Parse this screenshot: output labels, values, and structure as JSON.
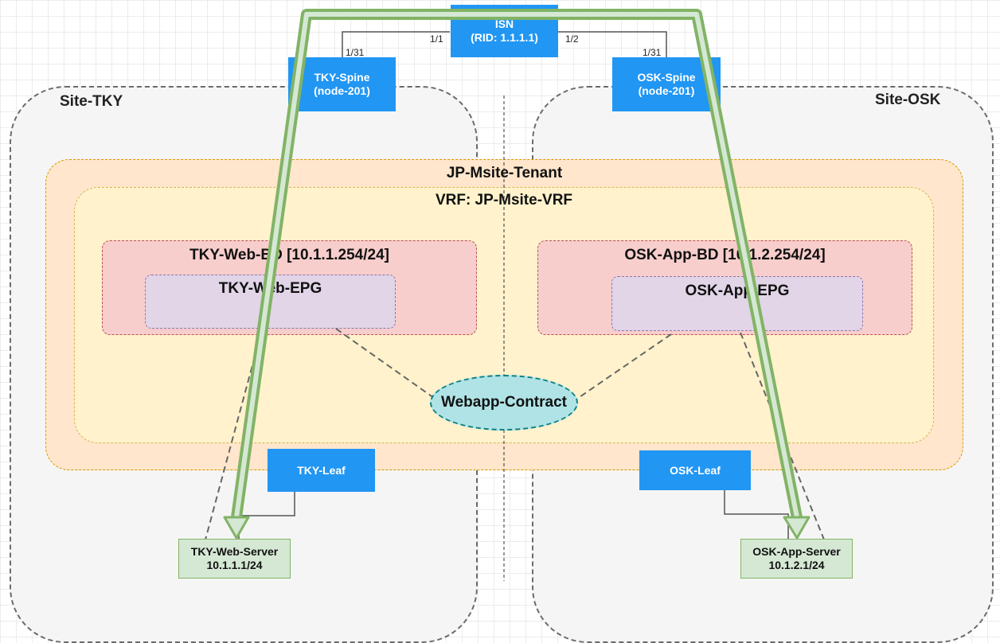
{
  "sites": {
    "tky": "Site-TKY",
    "osk": "Site-OSK"
  },
  "tenant": "JP-Msite-Tenant",
  "vrf": "VRF: JP-Msite-VRF",
  "bridge_domains": {
    "tky": "TKY-Web-BD [10.1.1.254/24]",
    "osk": "OSK-App-BD [10.1.2.254/24]"
  },
  "epgs": {
    "tky": "TKY-Web-EPG",
    "osk": "OSK-App-EPG"
  },
  "contract": "Webapp-Contract",
  "isn": {
    "name": "ISN",
    "rid": "(RID: 1.1.1.1)"
  },
  "spines": {
    "tky": {
      "name": "TKY-Spine",
      "node": "(node-201)"
    },
    "osk": {
      "name": "OSK-Spine",
      "node": "(node-201)"
    }
  },
  "leaves": {
    "tky": "TKY-Leaf",
    "osk": "OSK-Leaf"
  },
  "servers": {
    "tky": {
      "name": "TKY-Web-Server",
      "ip": "10.1.1.1/24"
    },
    "osk": {
      "name": "OSK-App-Server",
      "ip": "10.1.2.1/24"
    }
  },
  "ports": {
    "isn_tky": "1/1",
    "isn_osk": "1/2",
    "tky_spine": "1/31",
    "osk_spine": "1/31"
  },
  "colors": {
    "node": "#2196f3",
    "site_bg": "#f5f5f5",
    "tenant": "#ffe6cc",
    "vrf": "#fff2cc",
    "bd": "#f8cecc",
    "epg": "#e1d5e7",
    "contract": "#b0e3e6",
    "server": "#d5e8d4",
    "path_arrow": "#82b366"
  }
}
